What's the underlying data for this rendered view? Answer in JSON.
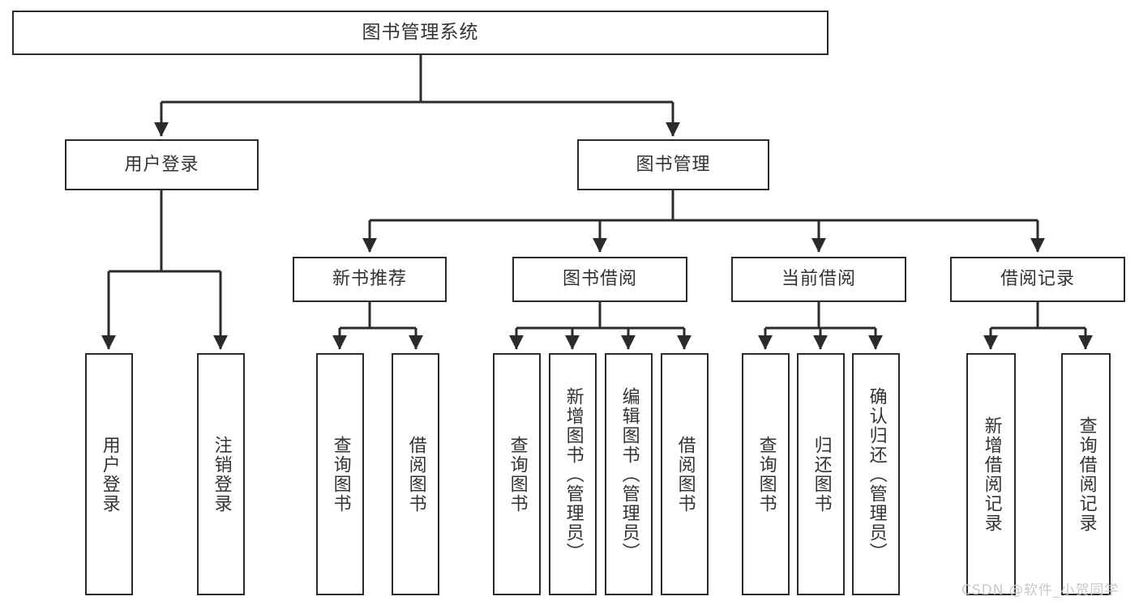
{
  "diagram": {
    "type": "tree-hierarchy",
    "title": "图书管理系统",
    "watermark": "CSDN @软件_小贺同学",
    "colors": {
      "stroke": "#2b2b2b",
      "fill": "#ffffff",
      "text": "#333333",
      "watermark": "#c9c9c9"
    },
    "root": {
      "label": "图书管理系统"
    },
    "level1": [
      {
        "id": "user-login",
        "label": "用户登录"
      },
      {
        "id": "book-manage",
        "label": "图书管理"
      }
    ],
    "level2": [
      {
        "id": "new-book-recommend",
        "label": "新书推荐",
        "parent": "book-manage"
      },
      {
        "id": "book-borrow",
        "label": "图书借阅",
        "parent": "book-manage"
      },
      {
        "id": "current-borrow",
        "label": "当前借阅",
        "parent": "book-manage"
      },
      {
        "id": "borrow-record",
        "label": "借阅记录",
        "parent": "book-manage"
      }
    ],
    "leaves": {
      "user-login": [
        {
          "id": "leaf-user-login",
          "label": "用户登录"
        },
        {
          "id": "leaf-user-logout",
          "label": "注销登录"
        }
      ],
      "new-book-recommend": [
        {
          "id": "leaf-query-book-1",
          "label": "查询图书"
        },
        {
          "id": "leaf-borrow-book-1",
          "label": "借阅图书"
        }
      ],
      "book-borrow": [
        {
          "id": "leaf-query-book-2",
          "label": "查询图书"
        },
        {
          "id": "leaf-add-book-admin",
          "label": "新增图书（管理员）"
        },
        {
          "id": "leaf-edit-book-admin",
          "label": "编辑图书（管理员）"
        },
        {
          "id": "leaf-borrow-book-2",
          "label": "借阅图书"
        }
      ],
      "current-borrow": [
        {
          "id": "leaf-query-book-3",
          "label": "查询图书"
        },
        {
          "id": "leaf-return-book",
          "label": "归还图书"
        },
        {
          "id": "leaf-confirm-return-admin",
          "label": "确认归还（管理员）"
        }
      ],
      "borrow-record": [
        {
          "id": "leaf-add-borrow-record",
          "label": "新增借阅记录"
        },
        {
          "id": "leaf-query-borrow-record",
          "label": "查询借阅记录"
        }
      ]
    }
  }
}
